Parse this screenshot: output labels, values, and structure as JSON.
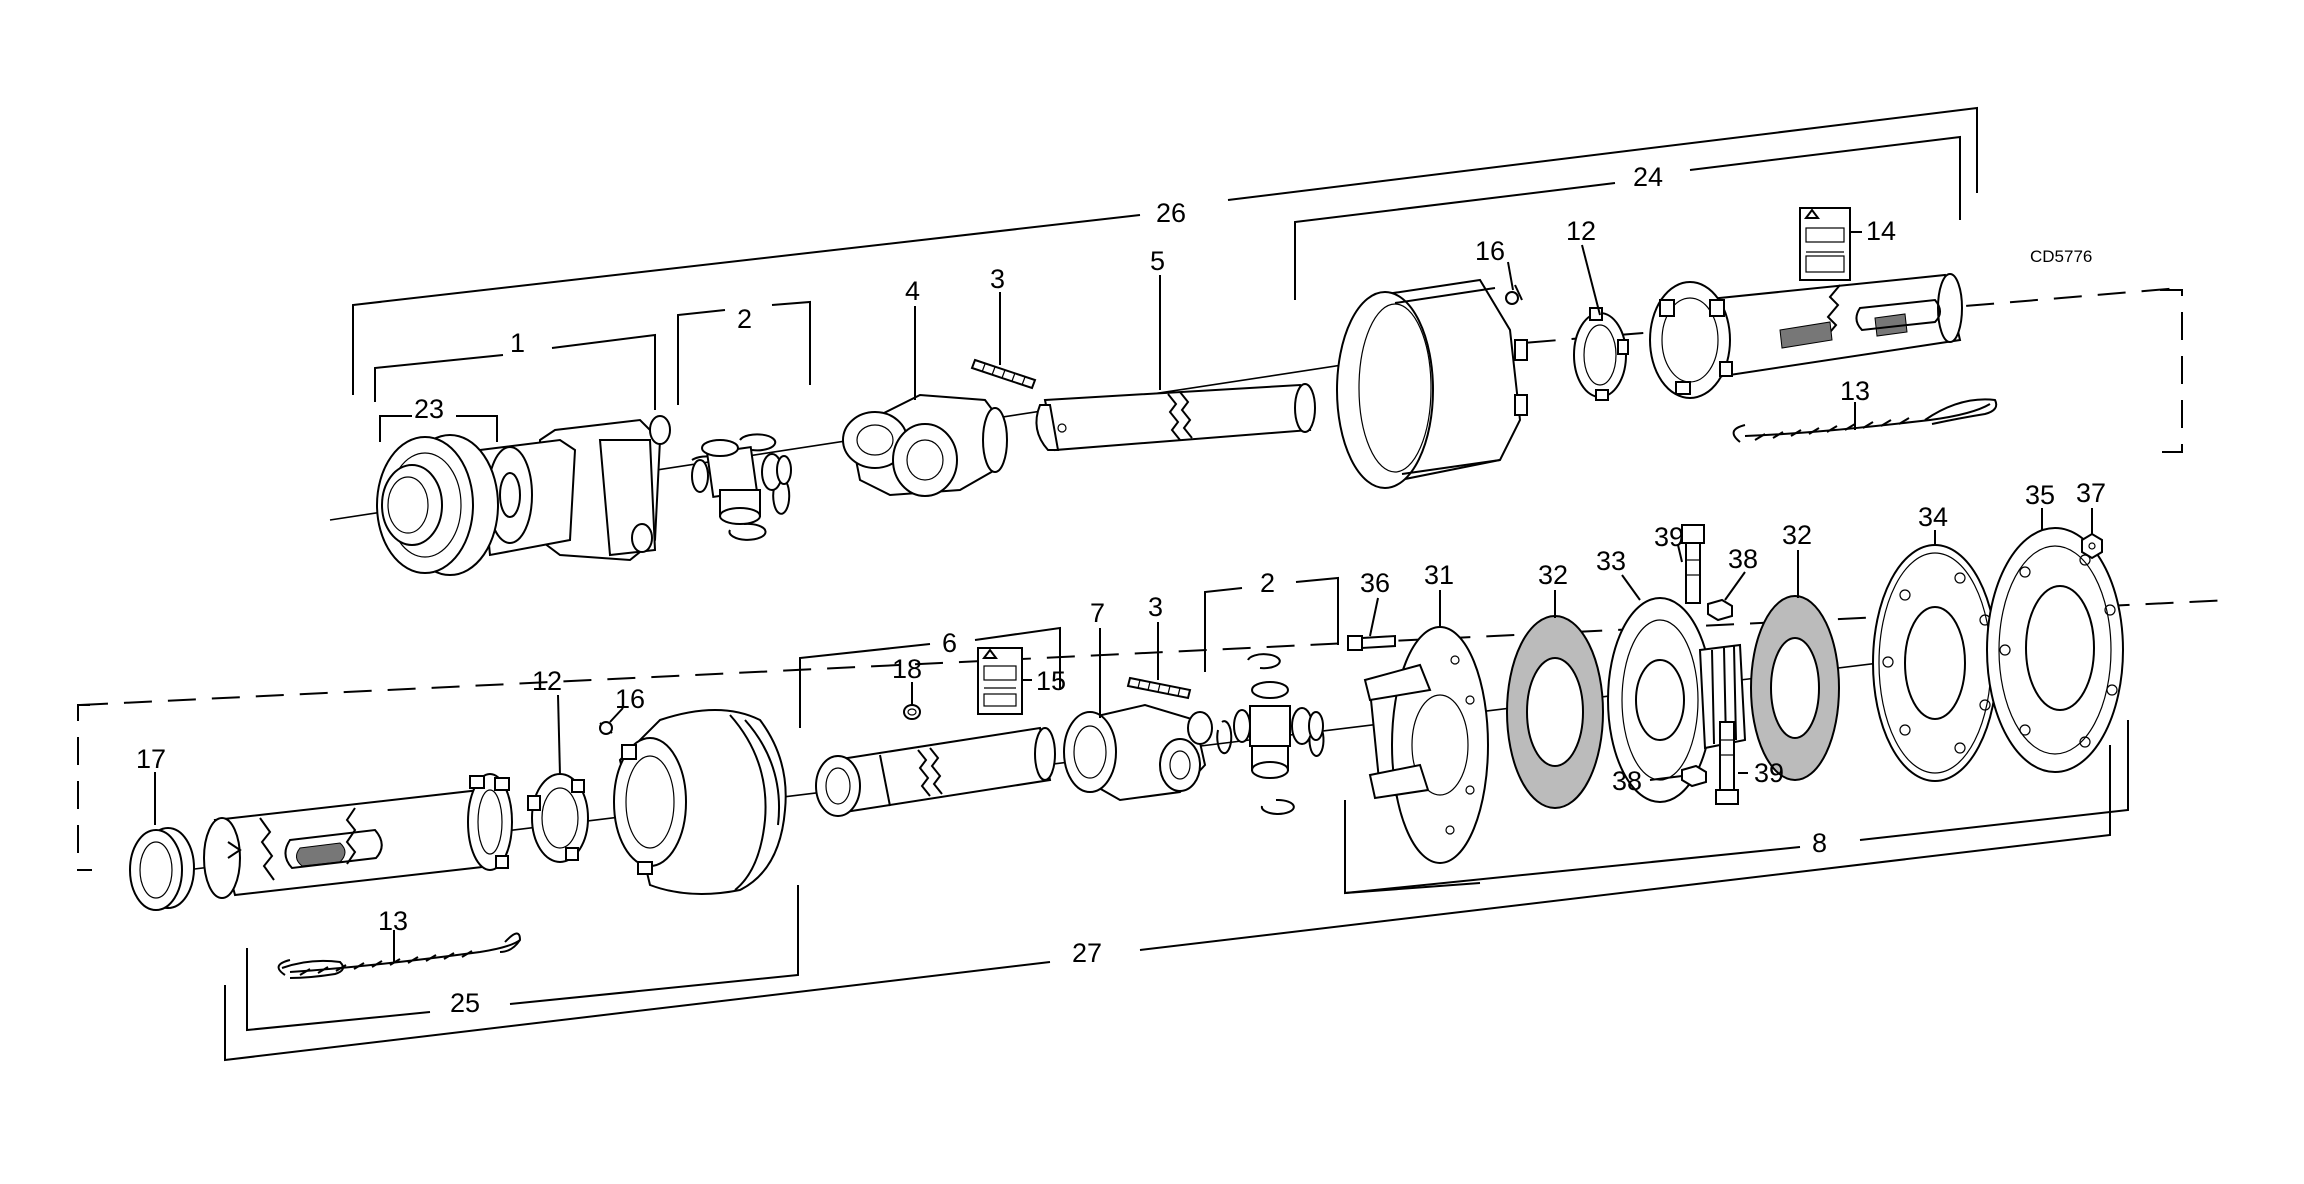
{
  "drawing_code": "CD5776",
  "labels": {
    "l1": "1",
    "l2_top": "2",
    "l3_top": "3",
    "l4": "4",
    "l5": "5",
    "l12_top": "12",
    "l13_top": "13",
    "l14": "14",
    "l16_top": "16",
    "l23": "23",
    "l24": "24",
    "l26": "26",
    "l2_bot": "2",
    "l3_bot": "3",
    "l6": "6",
    "l7": "7",
    "l8": "8",
    "l12_bot": "12",
    "l13_bot": "13",
    "l15": "15",
    "l16_bot": "16",
    "l17": "17",
    "l18": "18",
    "l25": "25",
    "l27": "27",
    "l31": "31",
    "l32a": "32",
    "l32b": "32",
    "l33": "33",
    "l34": "34",
    "l35": "35",
    "l36": "36",
    "l37": "37",
    "l38a": "38",
    "l38b": "38",
    "l39a": "39",
    "l39b": "39"
  }
}
